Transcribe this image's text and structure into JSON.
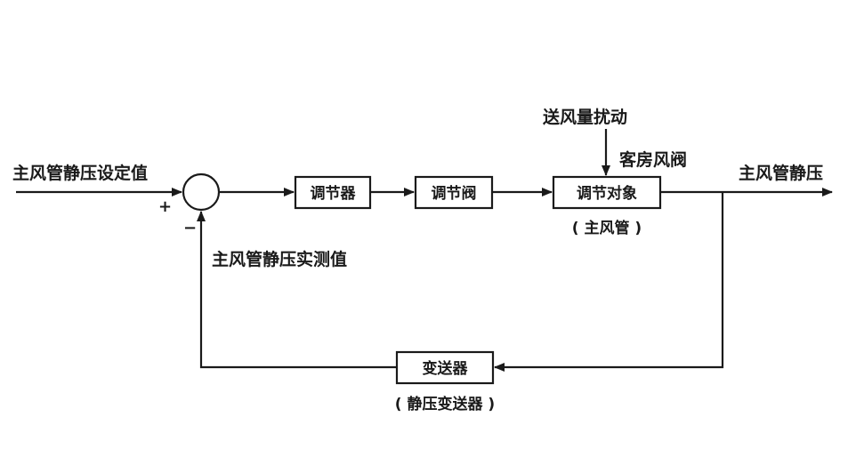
{
  "diagram": {
    "input_label": "主风管静压设定值",
    "output_label": "主风管静压",
    "measured_label": "主风管静压实测值",
    "plus_sign": "+",
    "minus_sign": "−",
    "controller": "调节器",
    "valve": "调节阀",
    "plant": "调节对象",
    "plant_note": "( 主风管 )",
    "disturbance": "送风量扰动",
    "room_damper": "客房风阀",
    "transmitter": "变送器",
    "transmitter_note": "( 静压变送器 )"
  }
}
